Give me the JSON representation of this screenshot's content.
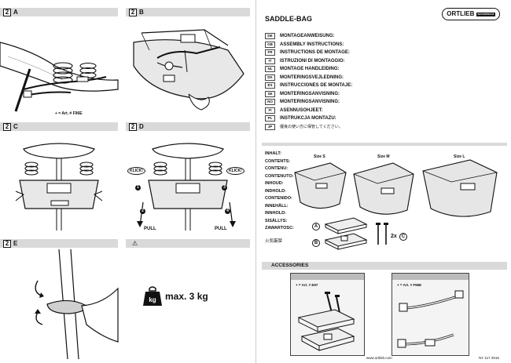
{
  "panels": {
    "a": {
      "num": "2",
      "letter": "A",
      "caption": "+ = Art. # F96E"
    },
    "b": {
      "num": "2",
      "letter": "B"
    },
    "c": {
      "num": "2",
      "letter": "C"
    },
    "d": {
      "num": "2",
      "letter": "D",
      "klick_left": "KLICK!",
      "klick_right": "KLICK!",
      "pull_left": "PULL",
      "pull_right": "PULL",
      "steps": [
        "1",
        "2",
        "3",
        "4"
      ]
    },
    "e": {
      "num": "2",
      "letter": "E"
    },
    "warning": {
      "weight": "max. 3 kg"
    }
  },
  "header": {
    "title": "SADDLE-BAG",
    "brand": "ORTLIEB",
    "brand_sub": "WATERPROOF"
  },
  "languages": [
    {
      "code": "DE",
      "text": "MONTAGEANWEISUNG:"
    },
    {
      "code": "GB",
      "text": "ASSEMBLY INSTRUCTIONS:"
    },
    {
      "code": "FR",
      "text": "INSTRUCTIONS DE MONTAGE:"
    },
    {
      "code": "IT",
      "text": "ISTRUZIONI DI MONTAGGIO:"
    },
    {
      "code": "NL",
      "text": "MONTAGE HANDLEIDING:"
    },
    {
      "code": "DK",
      "text": "MONTERINGSVEJLEDNING:"
    },
    {
      "code": "ES",
      "text": "INSTRUCCIONES DE MONTAJE:"
    },
    {
      "code": "SE",
      "text": "MONTERINGSANVISNING:"
    },
    {
      "code": "NO",
      "text": "MONTERINGSANVISNING:"
    },
    {
      "code": "FI",
      "text": "ASENNUSOHJEET:"
    },
    {
      "code": "PL",
      "text": "INSTRUKCJA MONTAZU:"
    },
    {
      "code": "JP",
      "text": "優良の使い方に保管してください。"
    }
  ],
  "contents": {
    "labels": [
      "INHALT:",
      "CONTENTS:",
      "CONTENU:",
      "CONTENUTO:",
      "INHOUD:",
      "INDHOLD:",
      "CONTENIDO:",
      "INNEHÅLL:",
      "INNHOLD:",
      "SISÄLLYS:",
      "ZAWARTOSC:",
      "火気厳禁"
    ],
    "sizes": [
      "Size S",
      "Size M",
      "Size L"
    ],
    "marker_a": "A",
    "marker_b": "B",
    "marker_c": "C",
    "qty": "2x"
  },
  "accessories": {
    "title": "ACCESSORIES",
    "left_caption": "+ = Art. # E97",
    "right_caption": "+ = Art. # F96E"
  },
  "footer": {
    "url": "www.ortlieb.com",
    "code": "NY 117 2516"
  }
}
